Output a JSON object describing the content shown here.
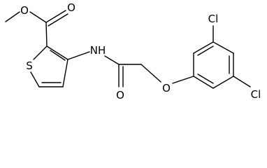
{
  "molecule": {
    "atoms": {
      "o_methoxy": "O",
      "o_carbonyl_ester": "O",
      "s_thiophene": "S",
      "nh": "NH",
      "o_carbonyl_amide": "O",
      "o_ether": "O",
      "cl_top": "Cl",
      "cl_bottom": "Cl"
    }
  },
  "colors": {
    "bond": "#000000",
    "text": "#000000",
    "background": "#ffffff"
  }
}
